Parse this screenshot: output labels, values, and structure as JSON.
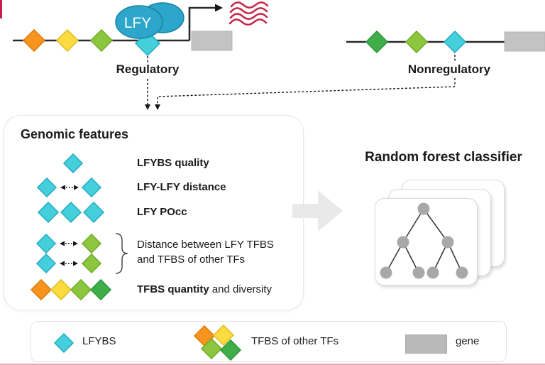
{
  "palette": {
    "lfybs_cyan": "#45CFDC",
    "tfbs_orange": "#F7941E",
    "tfbs_yellow": "#FBDB3F",
    "tfbs_light_green": "#8CC63F",
    "tfbs_dark_green": "#3FAE49",
    "gene_gray": "#C3C3C3",
    "lfy_oval_blue": "#2CA6CA",
    "mrna_red": "#C5294A",
    "tree_node_gray": "#A8A8A8",
    "flow_arrow_gray": "#E9E9E9"
  },
  "top": {
    "lfy_label": "LFY",
    "regulatory_label": "Regulatory",
    "nonregulatory_label": "Nonregulatory"
  },
  "features_panel": {
    "title": "Genomic features",
    "rows": [
      {
        "label": "LFYBS quality"
      },
      {
        "label": "LFY-LFY distance"
      },
      {
        "label": "LFY POcc"
      },
      {
        "label_line1": "Distance between LFY TFBS",
        "label_line2": "and TFBS of other TFs"
      },
      {
        "label_bold": "TFBS quantity",
        "label_rest": " and diversity"
      }
    ]
  },
  "classifier": {
    "title": "Random forest classifier"
  },
  "legend": {
    "items": [
      {
        "label": "LFYBS"
      },
      {
        "label": "TFBS of other TFs"
      },
      {
        "label": "gene"
      }
    ]
  }
}
